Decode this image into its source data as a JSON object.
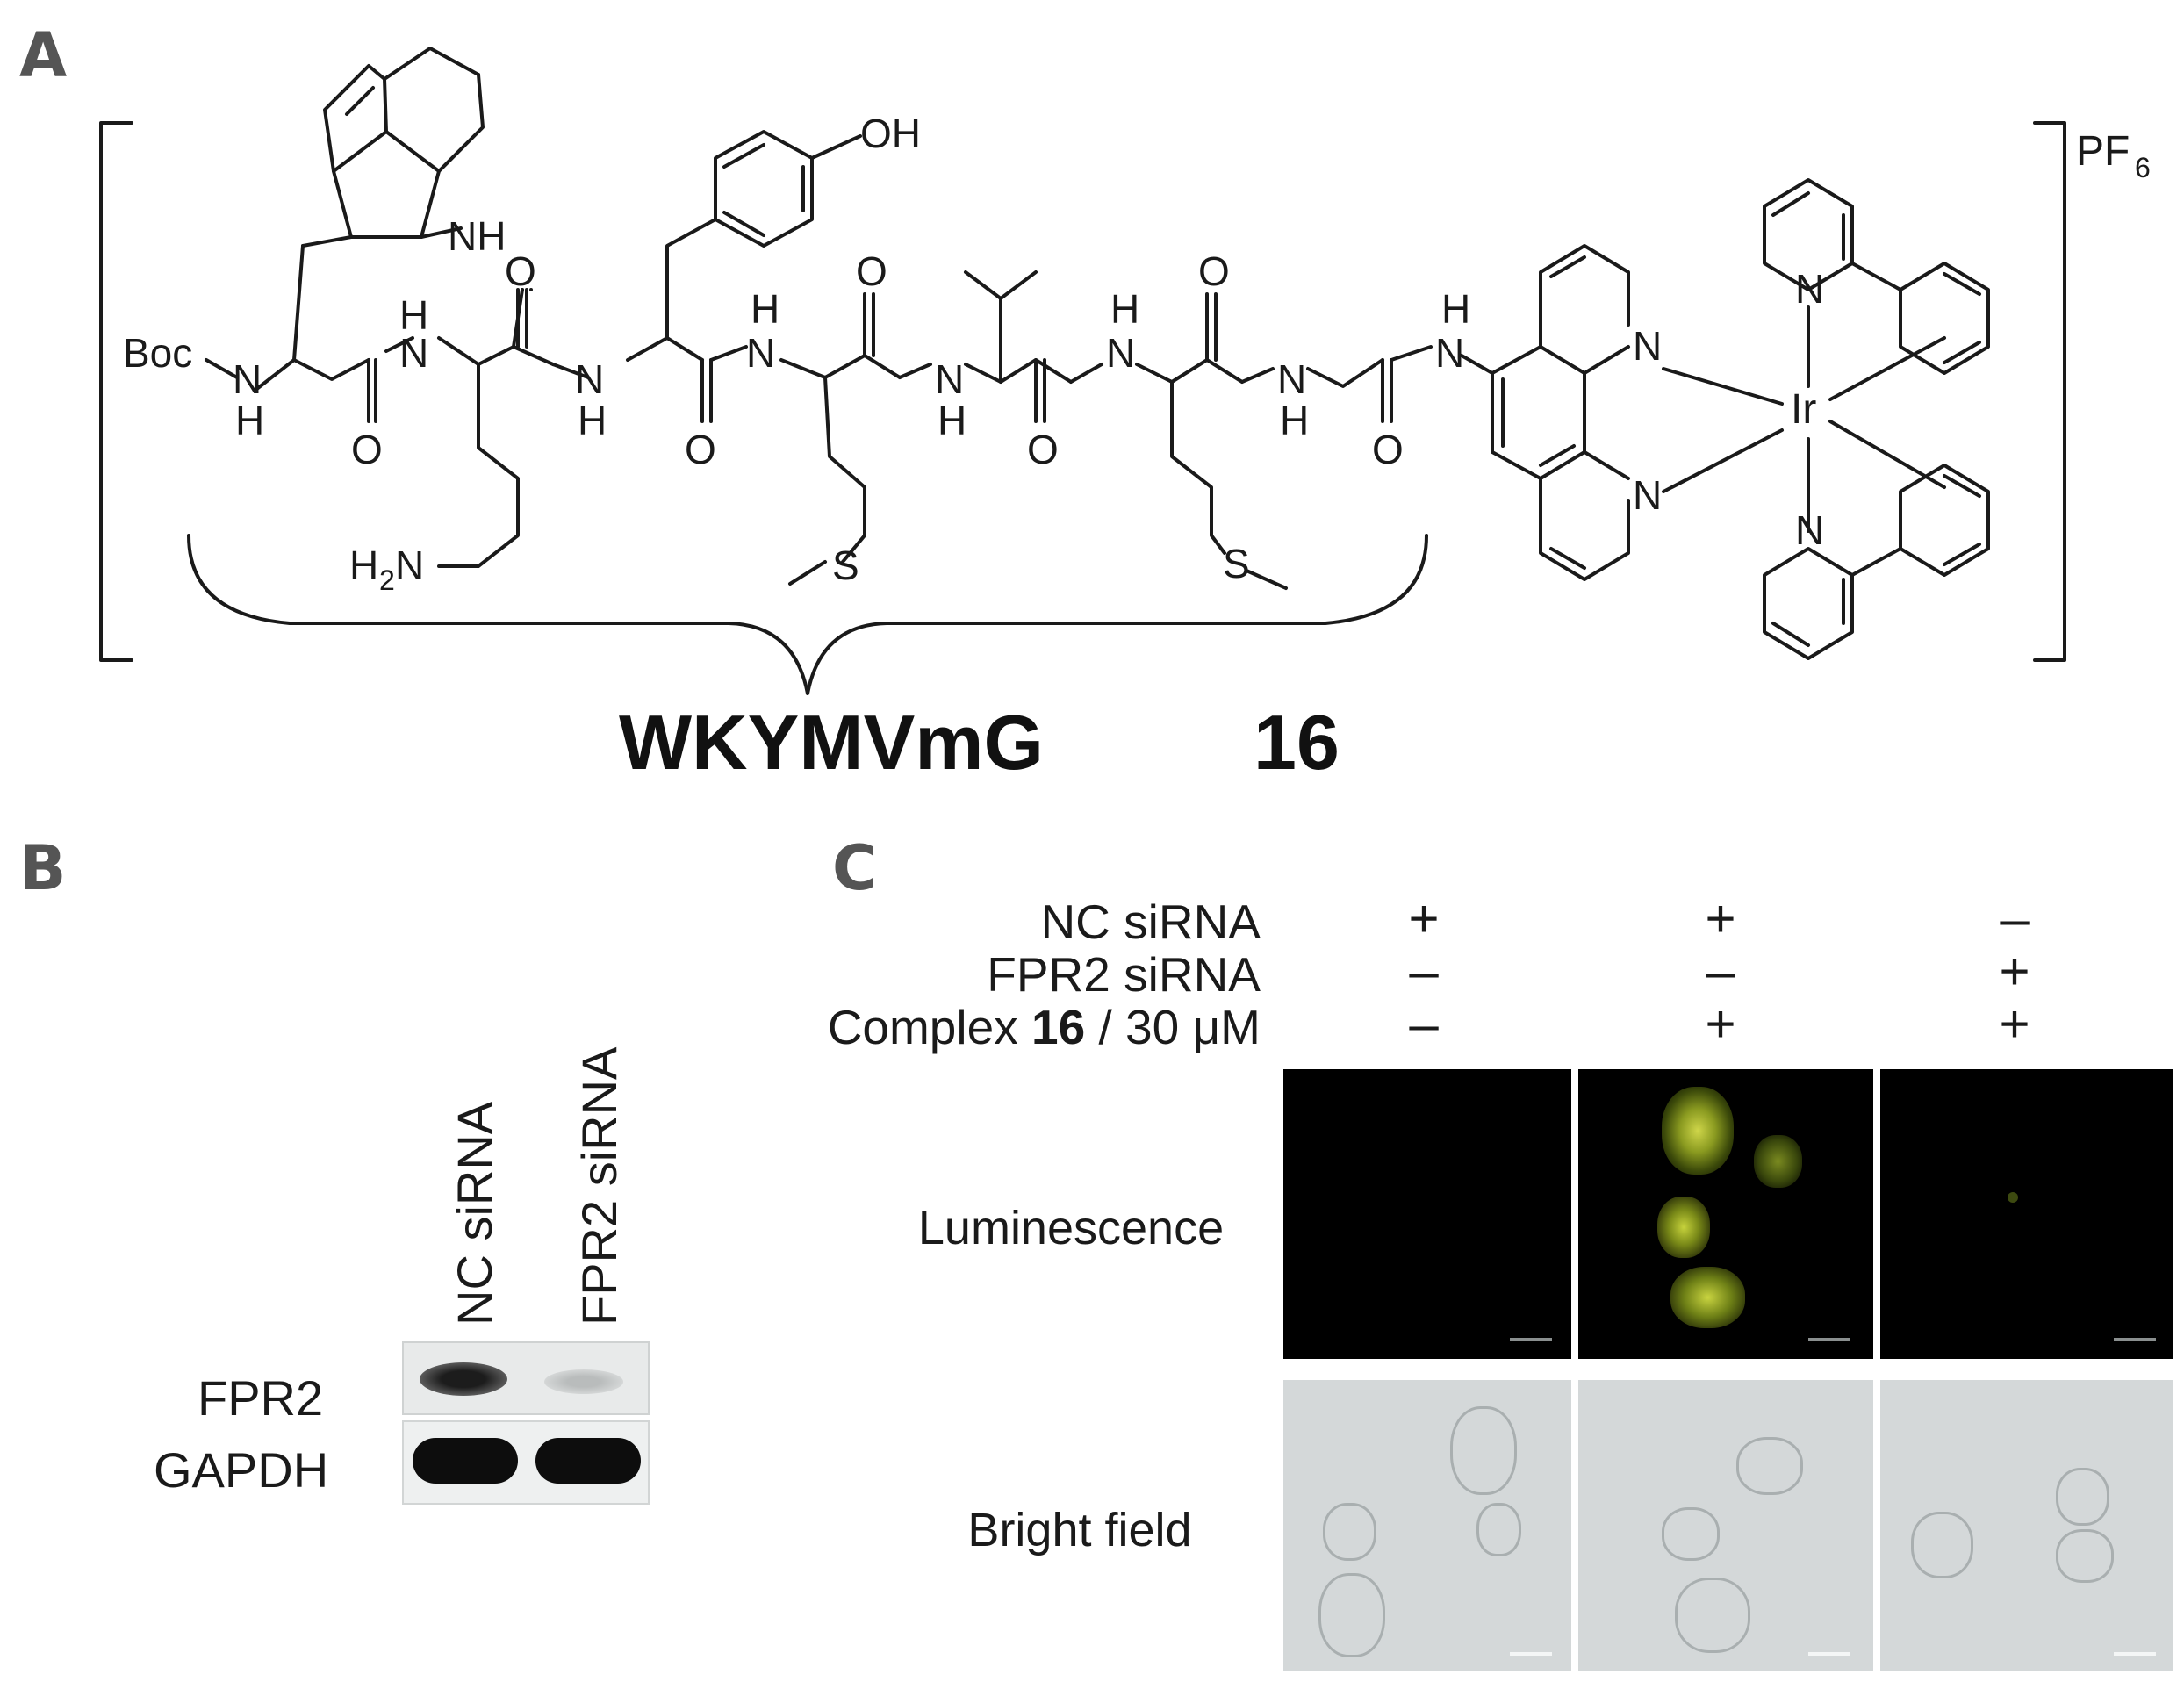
{
  "panels": {
    "a": {
      "letter": "A"
    },
    "b": {
      "letter": "B"
    },
    "c": {
      "letter": "C"
    }
  },
  "panel_a": {
    "peptide_label": "WKYMVmG",
    "compound_number": "16",
    "counterion": "PF",
    "counterion_sub": "6",
    "atoms": {
      "boc": "Boc",
      "oh": "OH",
      "nh": "NH",
      "n": "N",
      "h": "H",
      "o": "O",
      "s": "S",
      "h2n": "H",
      "h2n_sub": "2",
      "h2n_tail": "N",
      "ir": "Ir"
    }
  },
  "panel_b": {
    "lanes": [
      "NC siRNA",
      "FPR2 siRNA"
    ],
    "rows": [
      "FPR2",
      "GAPDH"
    ]
  },
  "panel_c": {
    "conditions": [
      {
        "label": "NC siRNA",
        "signs": [
          "+",
          "+",
          "–"
        ]
      },
      {
        "label": "FPR2 siRNA",
        "signs": [
          "–",
          "–",
          "+"
        ]
      },
      {
        "label_prefix": "Complex ",
        "label_bold": "16",
        "label_suffix": " / 30 μM",
        "signs": [
          "–",
          "+",
          "+"
        ]
      }
    ],
    "row_labels": [
      "Luminescence",
      "Bright field"
    ]
  }
}
